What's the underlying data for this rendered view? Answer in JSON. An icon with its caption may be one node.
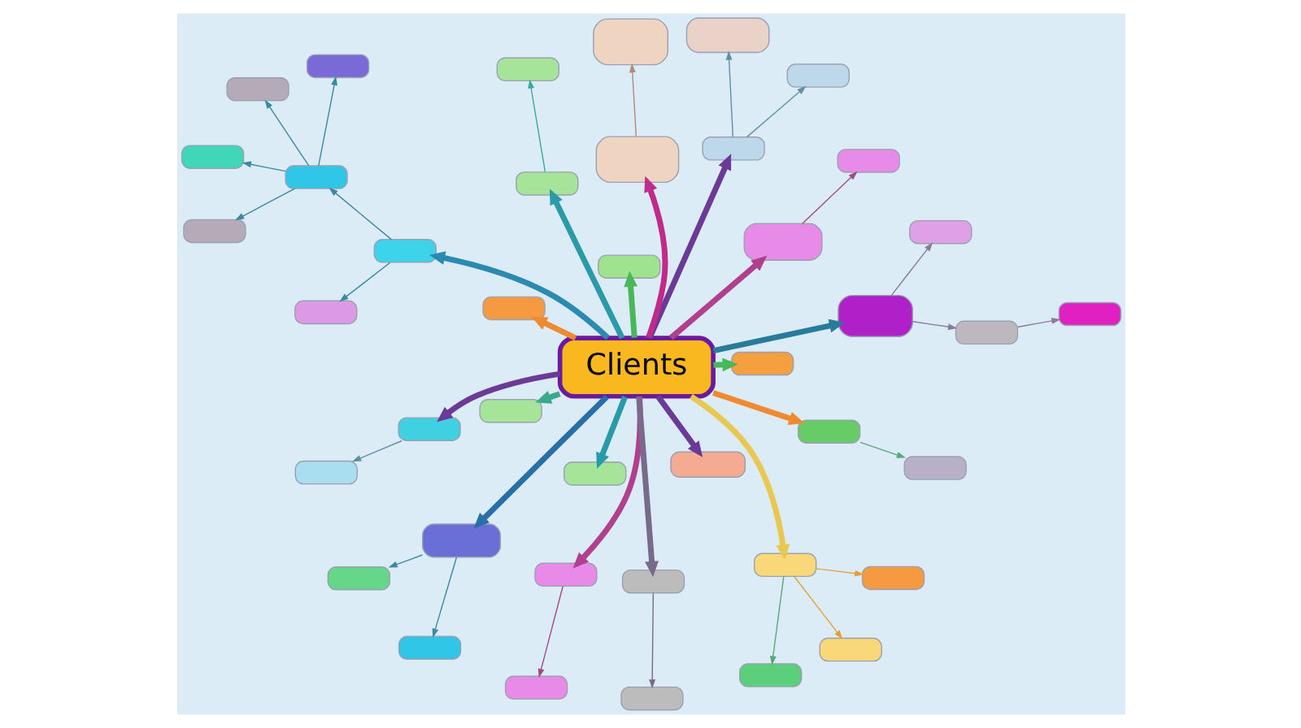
{
  "diagram": {
    "nodes": [
      {
        "text": [
          "Clients"
        ]
      },
      {
        "text": [],
        "shape": "box"
      },
      {
        "text": [],
        "shape": "box"
      },
      {
        "text": [],
        "shape": "box"
      },
      {
        "text": [],
        "shape": "box"
      },
      {
        "text": [],
        "shape": "box"
      },
      {
        "text": [],
        "shape": "box"
      },
      {
        "text": [],
        "shape": "box"
      },
      {
        "text": [],
        "shape": "box"
      },
      {
        "text": [],
        "shape": "box"
      },
      {
        "text": [],
        "shape": "box"
      },
      {
        "text": [],
        "shape": "box"
      },
      {
        "text": [],
        "shape": "box"
      },
      {
        "text": [],
        "shape": "box"
      },
      {
        "text": [],
        "shape": "box"
      },
      {
        "text": [],
        "shape": "box"
      },
      {
        "text": [],
        "shape": "box"
      },
      {
        "text": [],
        "shape": "box"
      },
      {
        "text": [],
        "shape": "box"
      },
      {
        "text": [],
        "shape": "box"
      },
      {
        "text": [],
        "shape": "box"
      },
      {
        "text": [],
        "shape": "box"
      },
      {
        "text": [],
        "shape": "box"
      },
      {
        "text": [],
        "shape": "box"
      },
      {
        "text": [],
        "shape": "box"
      },
      {
        "text": [],
        "shape": "box"
      },
      {
        "text": [],
        "shape": "box"
      },
      {
        "text": [],
        "shape": "box"
      },
      {
        "text": [],
        "shape": "box"
      },
      {
        "text": [],
        "shape": "box"
      },
      {
        "text": [],
        "shape": "box"
      },
      {
        "text": [],
        "shape": "box"
      },
      {
        "text": [],
        "shape": "box"
      },
      {
        "text": [],
        "shape": "box"
      },
      {
        "text": [],
        "shape": "box"
      },
      {
        "text": [],
        "shape": "box"
      },
      {
        "text": [],
        "shape": "box"
      },
      {
        "text": [],
        "shape": "box"
      },
      {
        "text": [],
        "shape": "box"
      },
      {
        "text": [],
        "shape": "box"
      },
      {
        "text": [],
        "shape": "box"
      },
      {
        "text": [],
        "shape": "box"
      }
    ],
    "edges": [
      {
        "from": 0,
        "to": 1,
        "arrow": "to",
        "style": "thick",
        "color": "#6a3a96"
      },
      {
        "from": 0,
        "to": 2,
        "arrow": "to",
        "style": "thick",
        "color": "#6a3a96"
      },
      {
        "from": 2,
        "to": 3,
        "arrow": "to",
        "color": "#5f8fa3"
      },
      {
        "from": 0,
        "to": 4,
        "arrow": "to",
        "style": "thick",
        "color": "#6a3a96"
      },
      {
        "from": 4,
        "to": 5,
        "arrow": "to",
        "color": "#5f8fa3"
      },
      {
        "from": 4,
        "to": 6,
        "arrow": "to",
        "color": "#5f8fa3"
      },
      {
        "from": 0,
        "to": 7,
        "arrow": "to",
        "style": "thick",
        "color": "#b0408e"
      },
      {
        "from": 7,
        "to": 8,
        "arrow": "to",
        "color": "#a04a8a"
      },
      {
        "from": 0,
        "to": 9,
        "arrow": "to",
        "style": "thick",
        "color": "#b0408e"
      },
      {
        "from": 9,
        "to": 10,
        "arrow": "to",
        "color": "#a04a8a"
      },
      {
        "from": 0,
        "to": 11,
        "arrow": "to",
        "style": "thick",
        "color": "#c02a8a"
      },
      {
        "from": 11,
        "to": 12,
        "arrow": "to",
        "color": "#b08a7a"
      },
      {
        "from": 0,
        "to": 13,
        "arrow": "to",
        "style": "thick",
        "color": "#2a9aa8"
      },
      {
        "from": 0,
        "to": 14,
        "arrow": "to",
        "style": "thick",
        "color": "#2a9aa8"
      },
      {
        "from": 14,
        "to": 15,
        "arrow": "to",
        "color": "#3aa89a"
      },
      {
        "from": 0,
        "to": 16,
        "arrow": "to",
        "style": "thick",
        "color": "#3aaa8a"
      },
      {
        "from": 0,
        "to": 17,
        "arrow": "to",
        "style": "thick",
        "color": "#ee8a30"
      },
      {
        "from": 0,
        "to": 18,
        "arrow": "to",
        "style": "thick",
        "color": "#ee8a30"
      },
      {
        "from": 18,
        "to": 19,
        "arrow": "to",
        "color": "#5aa87a"
      },
      {
        "from": 0,
        "to": 20,
        "arrow": "to",
        "style": "thick",
        "color": "#e8c850"
      },
      {
        "from": 20,
        "to": 21,
        "arrow": "to",
        "color": "#e0a040"
      },
      {
        "from": 20,
        "to": 22,
        "arrow": "to",
        "color": "#e0a040"
      },
      {
        "from": 20,
        "to": 23,
        "arrow": "to",
        "color": "#5aa87a"
      },
      {
        "from": 0,
        "to": 24,
        "arrow": "to",
        "style": "thick",
        "color": "#2a6ea8"
      },
      {
        "from": 24,
        "to": 25,
        "arrow": "to",
        "color": "#3a8aa0"
      },
      {
        "from": 24,
        "to": 26,
        "arrow": "to",
        "color": "#3a8aa0"
      },
      {
        "from": 0,
        "to": 27,
        "arrow": "to",
        "style": "thick",
        "color": "#2a8ab0"
      },
      {
        "from": 27,
        "to": 28,
        "arrow": "to",
        "color": "#3a8aa0"
      },
      {
        "from": 27,
        "to": 29,
        "arrow": "to",
        "color": "#3a8aa0"
      },
      {
        "from": 28,
        "to": 30,
        "arrow": "to",
        "color": "#3a8aa0"
      },
      {
        "from": 28,
        "to": 31,
        "arrow": "to",
        "color": "#3a8aa0"
      },
      {
        "from": 28,
        "to": 32,
        "arrow": "to",
        "color": "#3a8aa0"
      },
      {
        "from": 28,
        "to": 33,
        "arrow": "to",
        "color": "#3a8aa0"
      },
      {
        "from": 0,
        "to": 34,
        "arrow": "to",
        "style": "thick",
        "color": "#2a7a9a"
      },
      {
        "from": 34,
        "to": 35,
        "arrow": "to",
        "color": "#8a7a9a"
      },
      {
        "from": 34,
        "to": 36,
        "arrow": "to",
        "color": "#8a7a9a"
      },
      {
        "from": 36,
        "to": 37,
        "arrow": "to",
        "color": "#8a7a9a"
      },
      {
        "from": 0,
        "to": 38,
        "arrow": "to",
        "style": "thick",
        "color": "#7a6a8a"
      },
      {
        "from": 38,
        "to": 39,
        "arrow": "to",
        "color": "#7a6a8a"
      },
      {
        "from": 0,
        "to": 40,
        "arrow": "to",
        "style": "thick",
        "color": "#4ab85a"
      },
      {
        "from": 0,
        "to": 41,
        "arrow": "to",
        "style": "thick",
        "color": "#4ab85a"
      }
    ]
  }
}
